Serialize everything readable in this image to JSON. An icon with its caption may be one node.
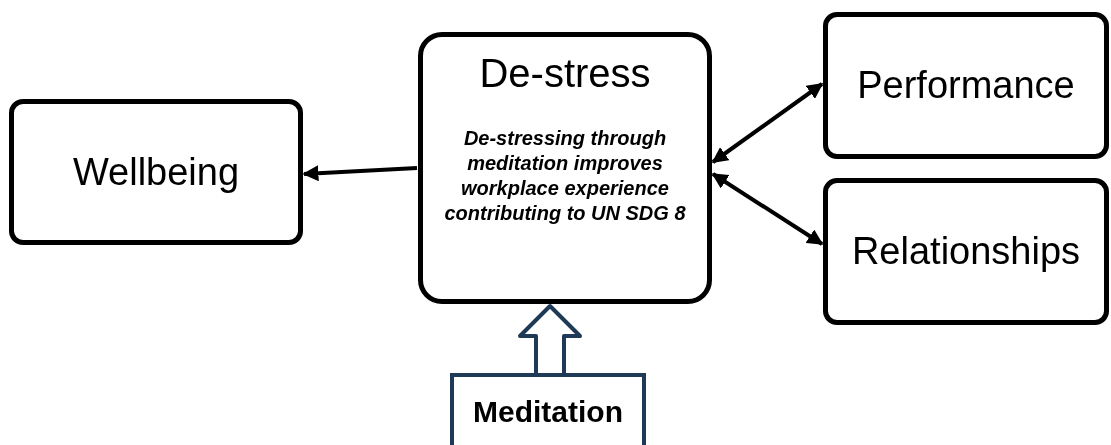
{
  "diagram": {
    "nodes": [
      {
        "text": [
          "Wellbeing"
        ]
      },
      {
        "text": [
          "De-stress",
          "De-stressing through meditation improves workplace experience contributing to UN SDG 8"
        ]
      },
      {
        "text": [
          "Performance"
        ]
      },
      {
        "text": [
          "Relationships"
        ]
      },
      {
        "text": [
          "Meditation"
        ]
      }
    ],
    "edges": [
      {
        "from": 1,
        "to": 0,
        "arrow": "to"
      },
      {
        "from": 1,
        "to": 2,
        "arrow": "both"
      },
      {
        "from": 1,
        "to": 3,
        "arrow": "both"
      },
      {
        "from": 4,
        "to": 1,
        "arrow": "to",
        "style": "thick",
        "color": "#1f3a56"
      }
    ]
  }
}
